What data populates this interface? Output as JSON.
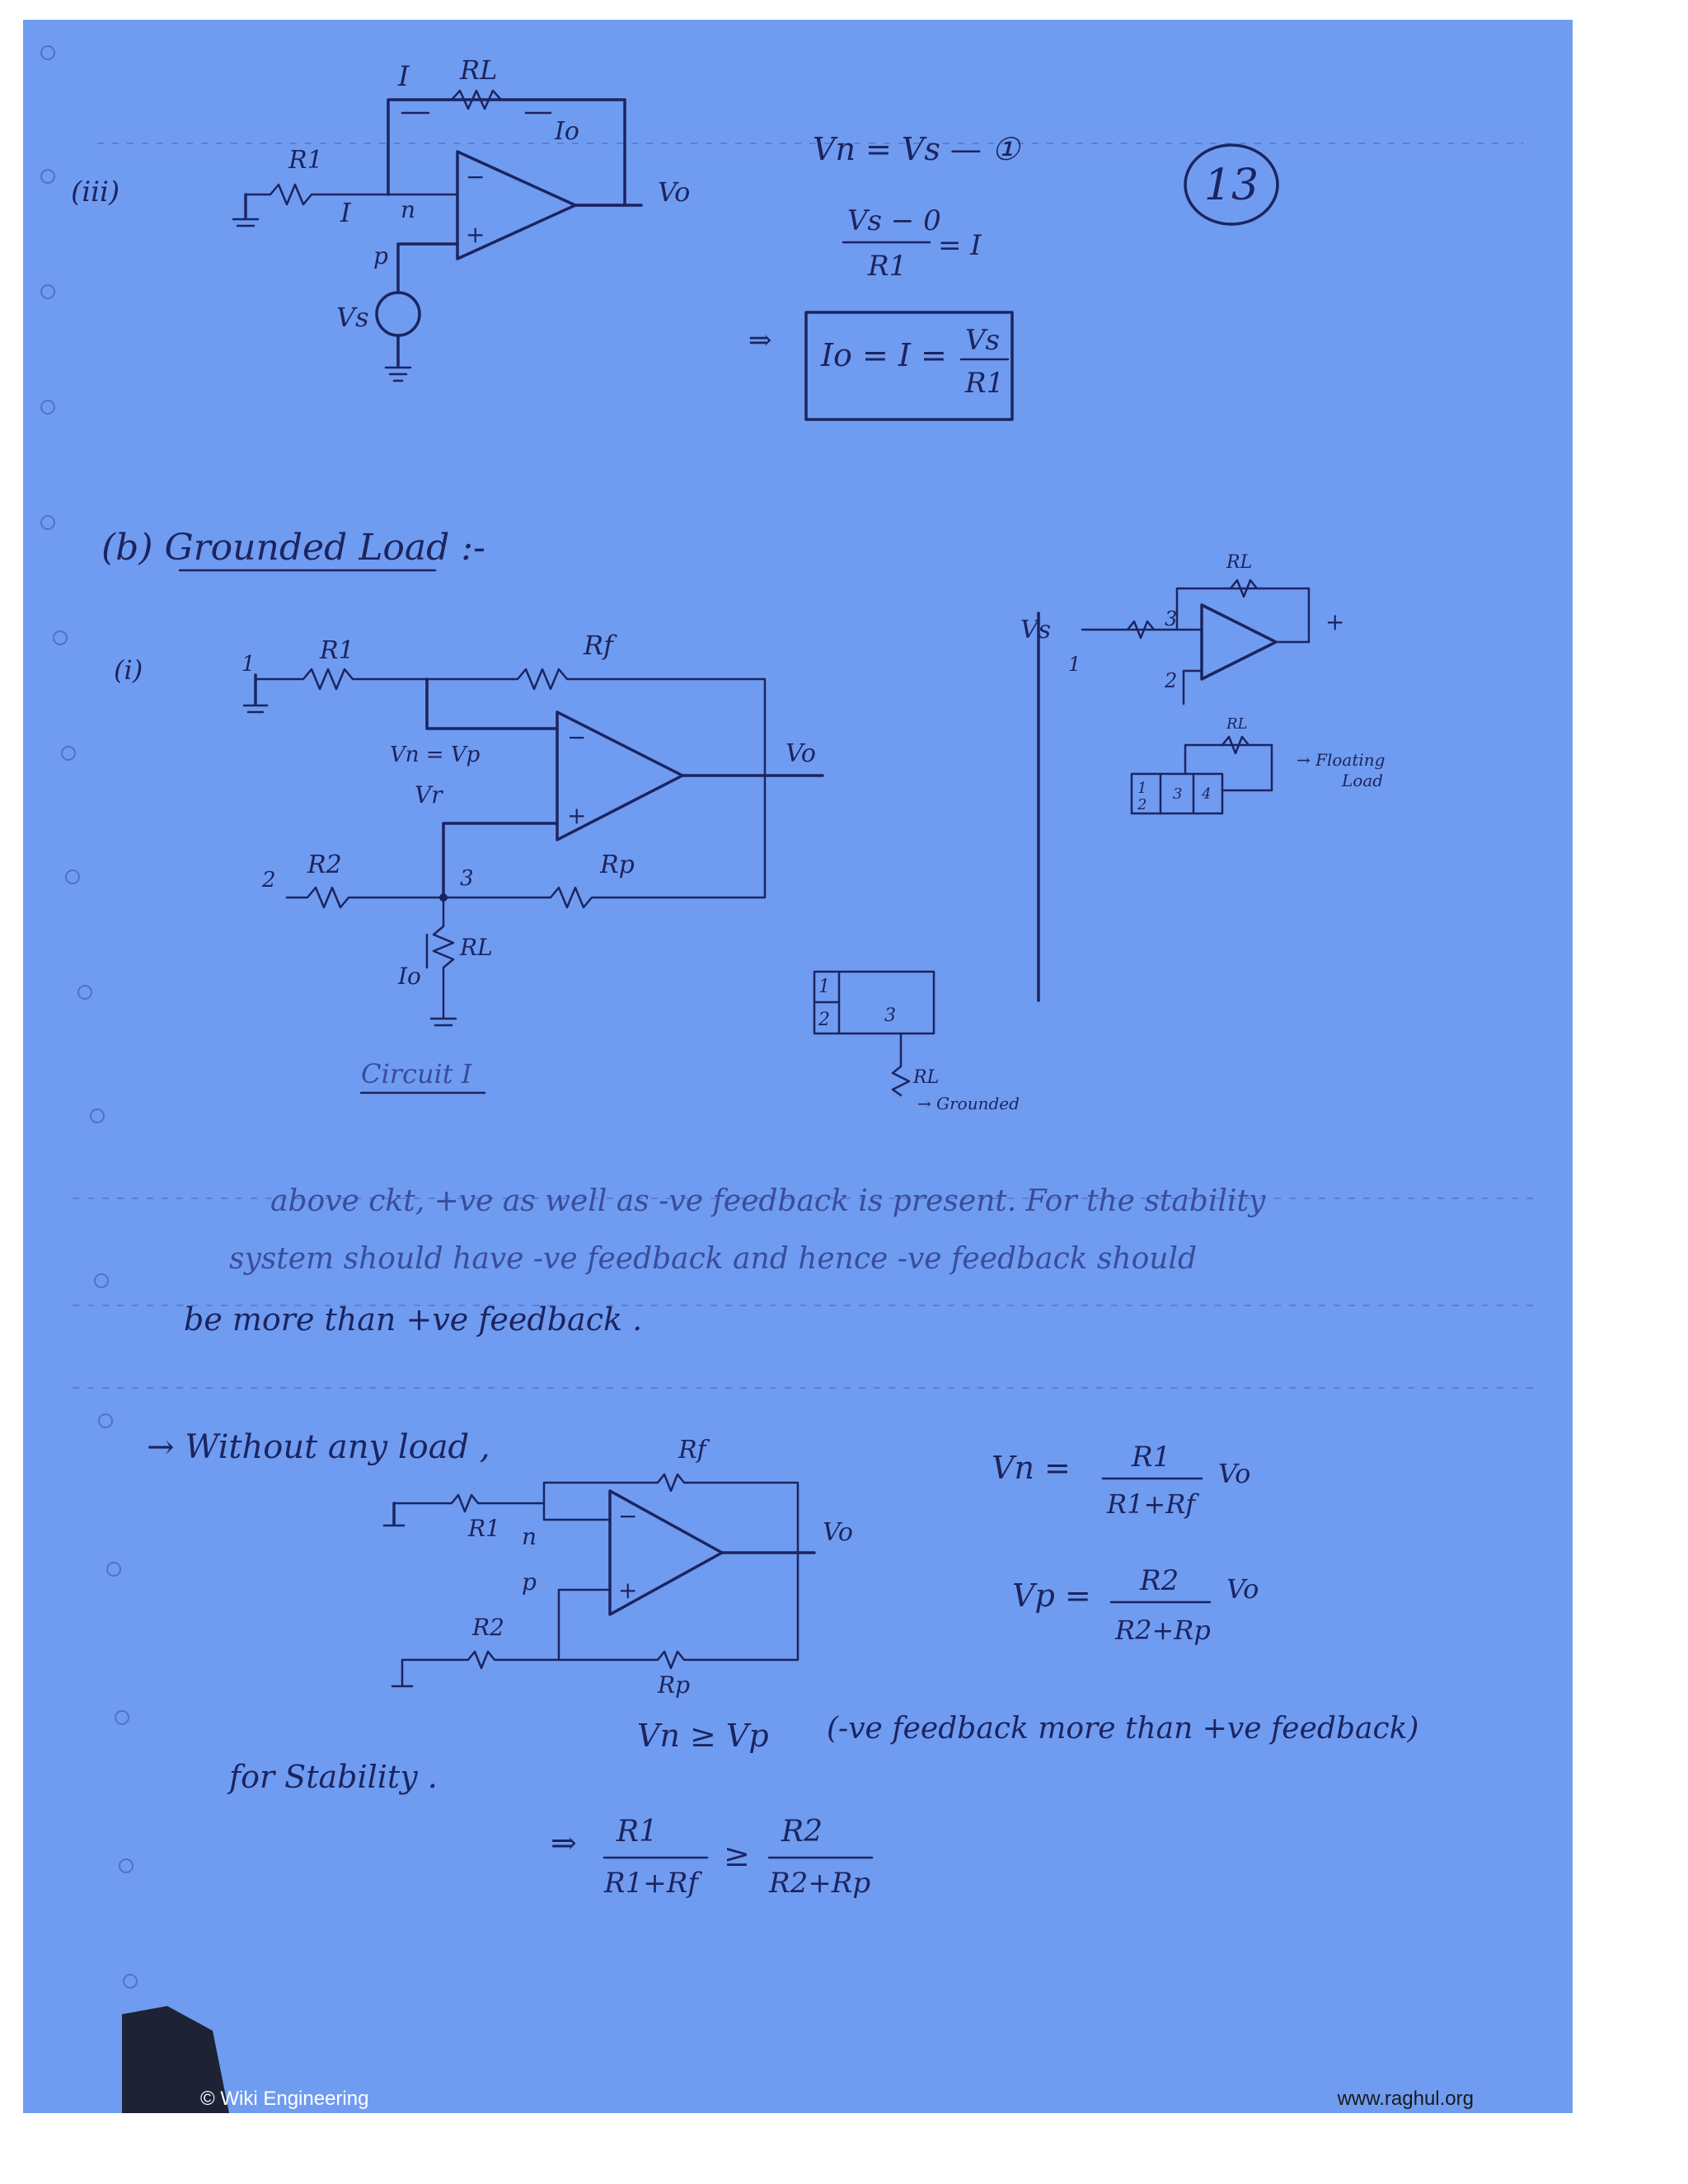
{
  "page_number": "13",
  "part_a3": {
    "label": "(iii)",
    "labels": {
      "I_top": "I",
      "R_L": "RL",
      "Io": "Io",
      "R1": "R1",
      "I_left": "I",
      "n": "n",
      "p": "p",
      "Vo": "Vo",
      "Vs": "Vs"
    },
    "eq1": "Vn = Vs  — ①",
    "eq2_num": "Vs − 0",
    "eq2_den": "R1",
    "eq2_rhs": "= I",
    "implies": "⇒",
    "result_lhs": "Io = I =",
    "result_num": "Vs",
    "result_den": "R1"
  },
  "section_b": {
    "heading": "(b) Grounded Load :-",
    "sub_label": "(i)",
    "labels": {
      "n1": "1",
      "R1": "R1",
      "Rf": "Rf",
      "Vn_eq_Vp": "Vn = Vp",
      "Vo": "Vo",
      "Vr": "Vr",
      "n2": "2",
      "R2": "R2",
      "n3": "3",
      "Rp": "Rp",
      "Io": "Io",
      "RL": "RL"
    },
    "caption": "Circuit I",
    "block_grounded": {
      "t1": "1",
      "t2": "2",
      "t3": "3",
      "RL": "RL",
      "note": "→ Grounded"
    },
    "side": {
      "Vs": "Vs",
      "n1": "1",
      "n2": "2",
      "n3": "3",
      "RL": "RL",
      "plus": "+"
    },
    "block_floating": {
      "t1": "1",
      "t2": "2",
      "t3": "3",
      "t4": "4",
      "RL": "RL",
      "note1": "→ Floating",
      "note2": "Load"
    }
  },
  "paragraph": [
    "above ckt, +ve as well as -ve feedback is present. For the stability",
    "system should have -ve feedback and hence -ve feedback should",
    "be more than +ve feedback ."
  ],
  "without_load": {
    "heading": "→ Without any load ,",
    "labels": {
      "Rf": "Rf",
      "R1": "R1",
      "n": "n",
      "p": "p",
      "Vo": "Vo",
      "R2": "R2",
      "Rp": "Rp"
    },
    "vn_lhs": "Vn =",
    "vn_num": "R1",
    "vn_den": "R1+Rf",
    "vn_tail": "Vo",
    "vp_lhs": "Vp =",
    "vp_num": "R2",
    "vp_den": "R2+Rp",
    "vp_tail": "Vo",
    "stability_label": "for Stability .",
    "stability_ineq": "Vn ≥ Vp",
    "stability_note": "(-ve feedback more than +ve feedback)",
    "implies": "⇒",
    "final_l_num": "R1",
    "final_l_den": "R1+Rf",
    "final_op": "≥",
    "final_r_num": "R2",
    "final_r_den": "R2+Rp"
  },
  "footer": {
    "left": "© Wiki Engineering",
    "right": "www.raghul.org"
  },
  "colors": {
    "paper": "#6f9cf0",
    "ink": "#1c2460"
  }
}
